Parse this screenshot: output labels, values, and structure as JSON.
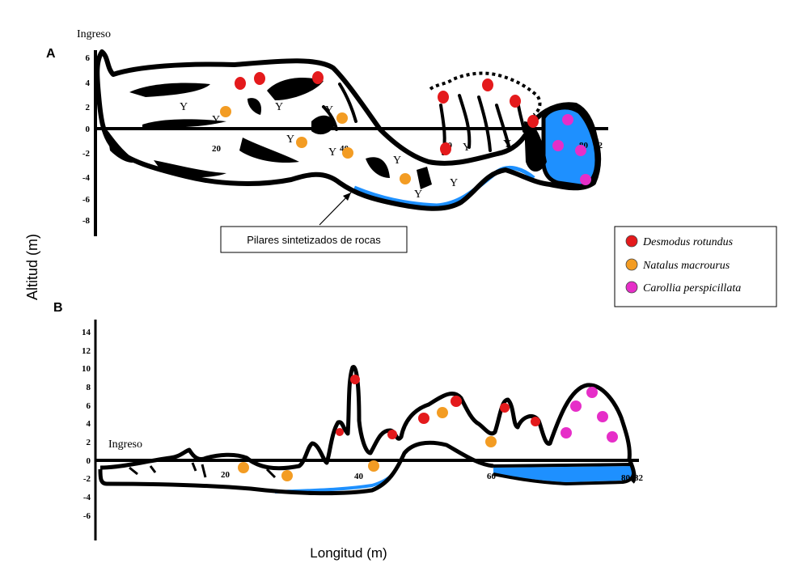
{
  "figure": {
    "y_axis_title": "Altitud (m)",
    "x_axis_title": "Longitud (m)"
  },
  "panel_a": {
    "label": "A",
    "entrance": "Ingreso",
    "callout": "Pilares sintetizados de rocas",
    "y_ticks": [
      "6",
      "4",
      "2",
      "0",
      "-2",
      "-4",
      "-6",
      "-8"
    ],
    "x_ticks": [
      "20",
      "40",
      "60",
      "80",
      "82"
    ],
    "stalagmite_symbol": "Y"
  },
  "panel_b": {
    "label": "B",
    "entrance": "Ingreso",
    "y_ticks": [
      "14",
      "12",
      "10",
      "8",
      "6",
      "4",
      "2",
      "0",
      "-2",
      "-4",
      "-6"
    ],
    "x_ticks": [
      "20",
      "40",
      "60",
      "80",
      "82"
    ]
  },
  "legend": {
    "items": [
      {
        "name": "Desmodus rotundus",
        "color": "#e41a1c"
      },
      {
        "name": "Natalus macrourus",
        "color": "#f39c23"
      },
      {
        "name": "Carollia perspicillata",
        "color": "#e62ec8"
      }
    ]
  },
  "colors": {
    "water": "#1e90ff",
    "rock": "#000000"
  }
}
